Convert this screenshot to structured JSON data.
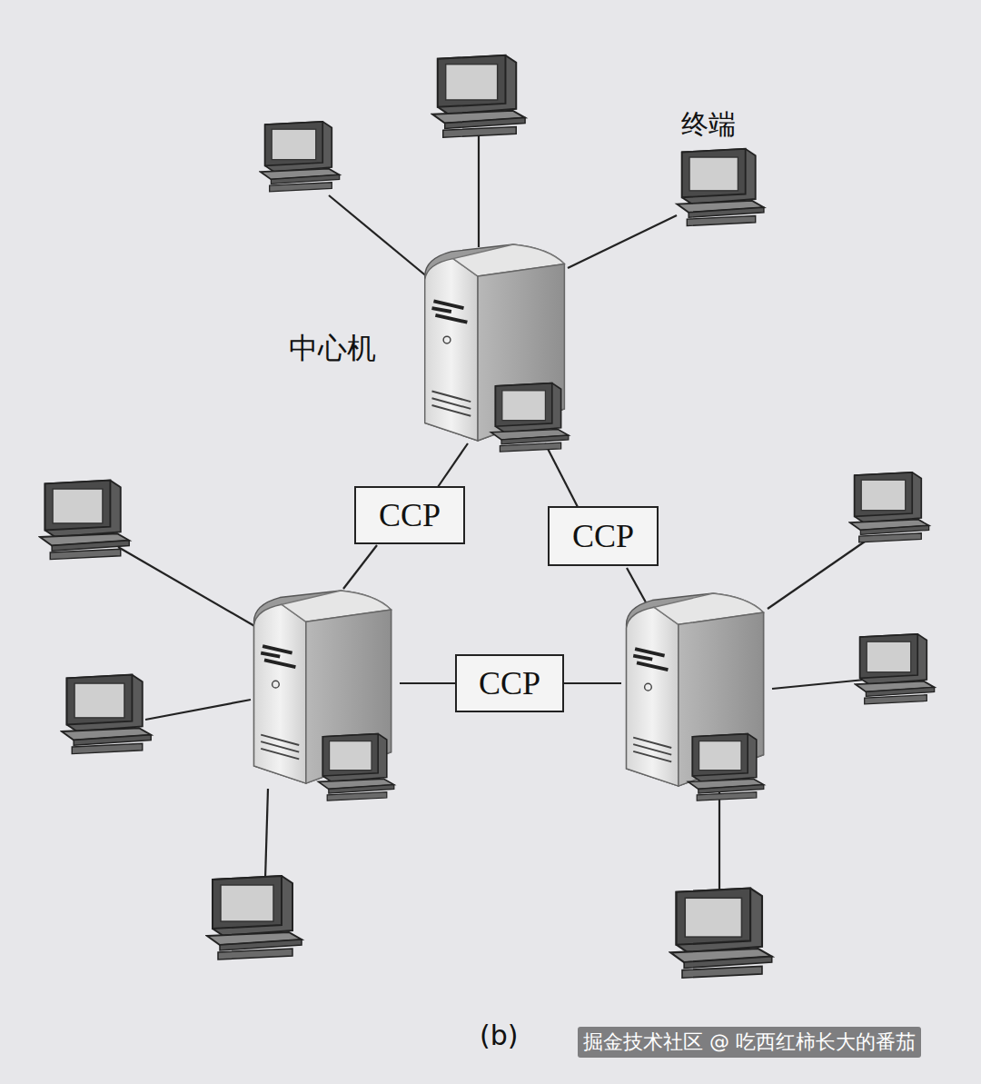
{
  "diagram": {
    "nodes": [
      {
        "text": [
          "CCP"
        ]
      },
      {
        "text": [
          "CCP"
        ]
      },
      {
        "text": [
          "CCP"
        ]
      }
    ],
    "labels": [
      "终端",
      "中心机",
      "(b)",
      "掘金技术社区 @ 吃西红柿长大的番茄"
    ]
  }
}
